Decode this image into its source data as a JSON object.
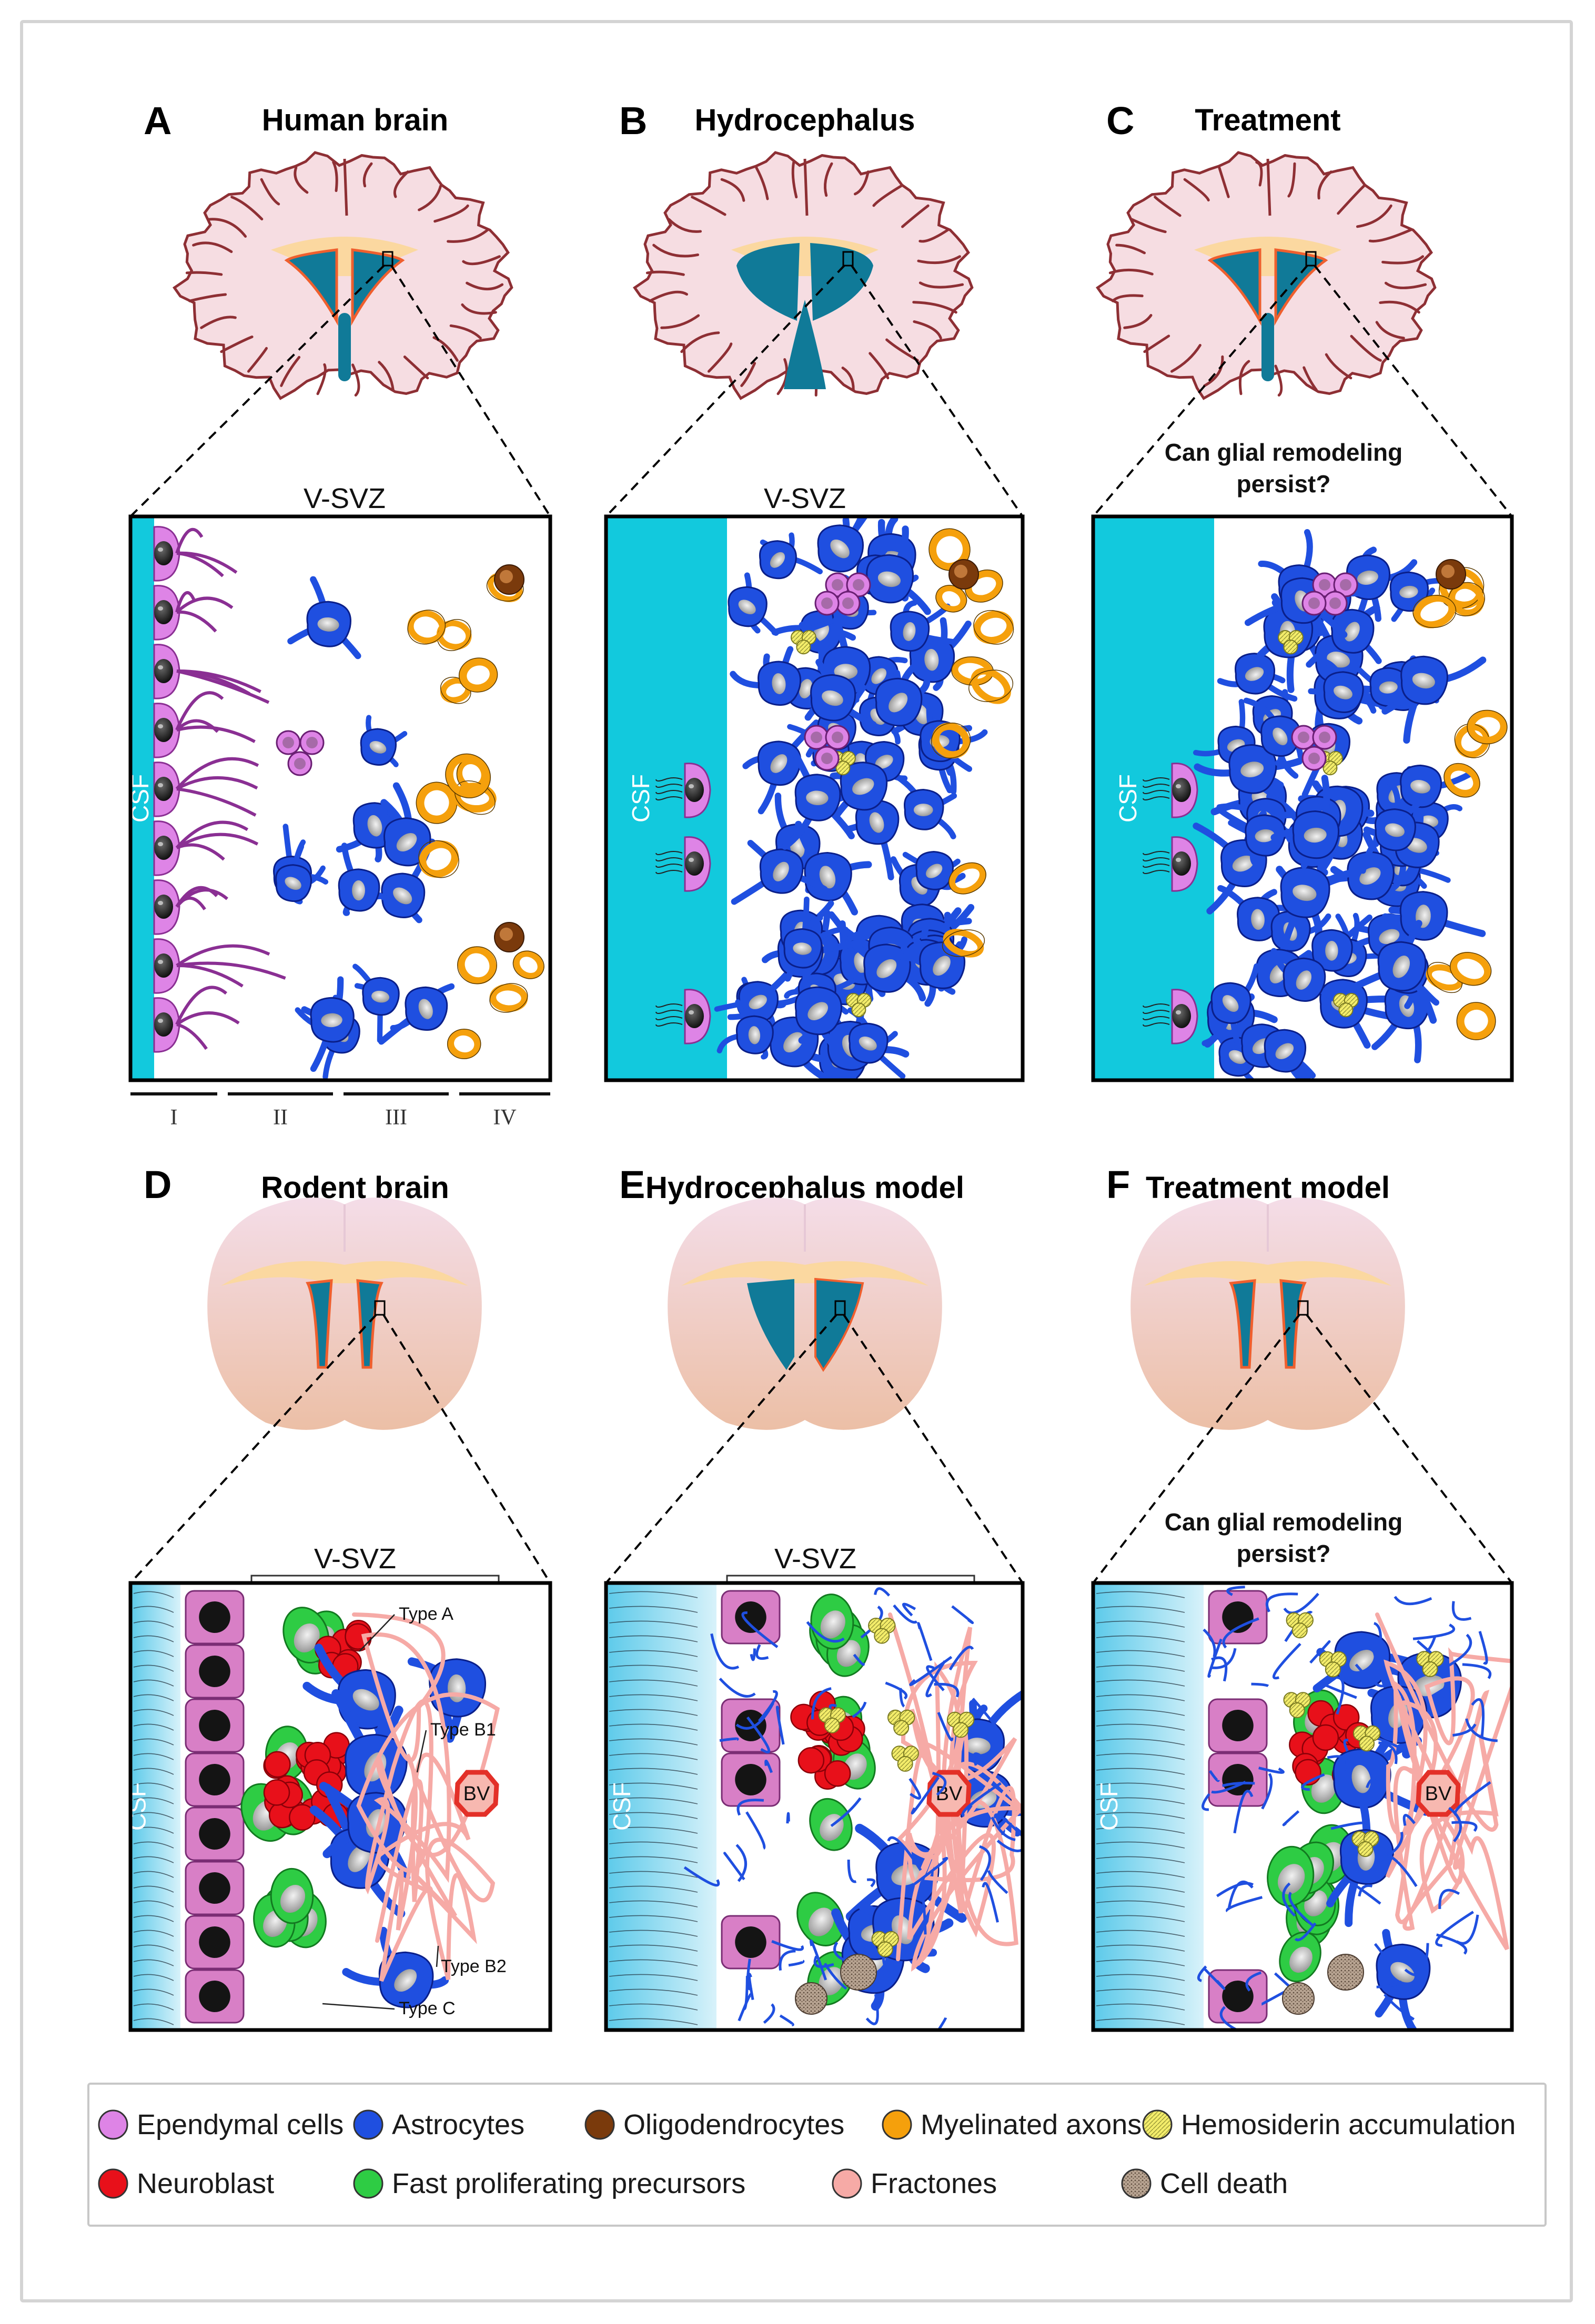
{
  "panels": [
    {
      "id": "A",
      "letter": "A",
      "title": "Human brain",
      "region": "V-SVZ",
      "csf": "CSF",
      "question": ""
    },
    {
      "id": "B",
      "letter": "B",
      "title": "Hydrocephalus",
      "region": "V-SVZ",
      "csf": "CSF",
      "question": ""
    },
    {
      "id": "C",
      "letter": "C",
      "title": "Treatment",
      "region": "",
      "csf": "CSF",
      "question": "Can glial remodeling persist?"
    },
    {
      "id": "D",
      "letter": "D",
      "title": "Rodent brain",
      "region": "V-SVZ",
      "csf": "CSF",
      "question": ""
    },
    {
      "id": "E",
      "letter": "E",
      "title": "Hydrocephalus model",
      "region": "V-SVZ",
      "csf": "CSF",
      "question": ""
    },
    {
      "id": "F",
      "letter": "F",
      "title": "Treatment model",
      "region": "",
      "csf": "CSF",
      "question": "Can glial remodeling persist?"
    }
  ],
  "question_lines": [
    "Can glial remodeling",
    "persist?"
  ],
  "layers": [
    "I",
    "II",
    "III",
    "IV"
  ],
  "cell_types": {
    "type_a": "Type A",
    "type_b1": "Type B1",
    "type_b2": "Type B2",
    "type_c": "Type C"
  },
  "blood_vessel": "BV",
  "legend": [
    {
      "label": "Ependymal cells",
      "color": "#de84e6"
    },
    {
      "label": "Astrocytes",
      "color": "#1f4fe0"
    },
    {
      "label": "Oligodendrocytes",
      "color": "#7a3a0c"
    },
    {
      "label": "Myelinated axons",
      "color": "#f5a00c"
    },
    {
      "label": "Hemosiderin accumulation",
      "color": "#f3ec6a"
    },
    {
      "label": "Neuroblast",
      "color": "#e8101a"
    },
    {
      "label": "Fast proliferating precursors",
      "color": "#2ecc44"
    },
    {
      "label": "Fractones",
      "color": "#f6aaa6"
    },
    {
      "label": "Cell death",
      "color": "#a08a78"
    }
  ],
  "colors": {
    "ependymal": "#de84e6",
    "astrocyte": "#1f4fe0",
    "astrocyte_dark": "#0a1f8a",
    "oligodendrocyte": "#7a3a0c",
    "myelin": "#f5a00c",
    "hemosiderin": "#f3ec6a",
    "neuroblast": "#e8101a",
    "precursor": "#2ecc44",
    "fractone": "#f6aaa6",
    "cell_death": "#a08a78",
    "csf_human": "#12c9dd",
    "csf_rodent": "#5ccaea",
    "ventricle": "#107a98",
    "ventricle_rim": "#ef5f2e",
    "corpus_callosum": "#fbd8a0",
    "brain_human": "#f6dde2",
    "brain_human_sulci": "#8e2f34",
    "rodent_cell": "#d87fc6"
  }
}
